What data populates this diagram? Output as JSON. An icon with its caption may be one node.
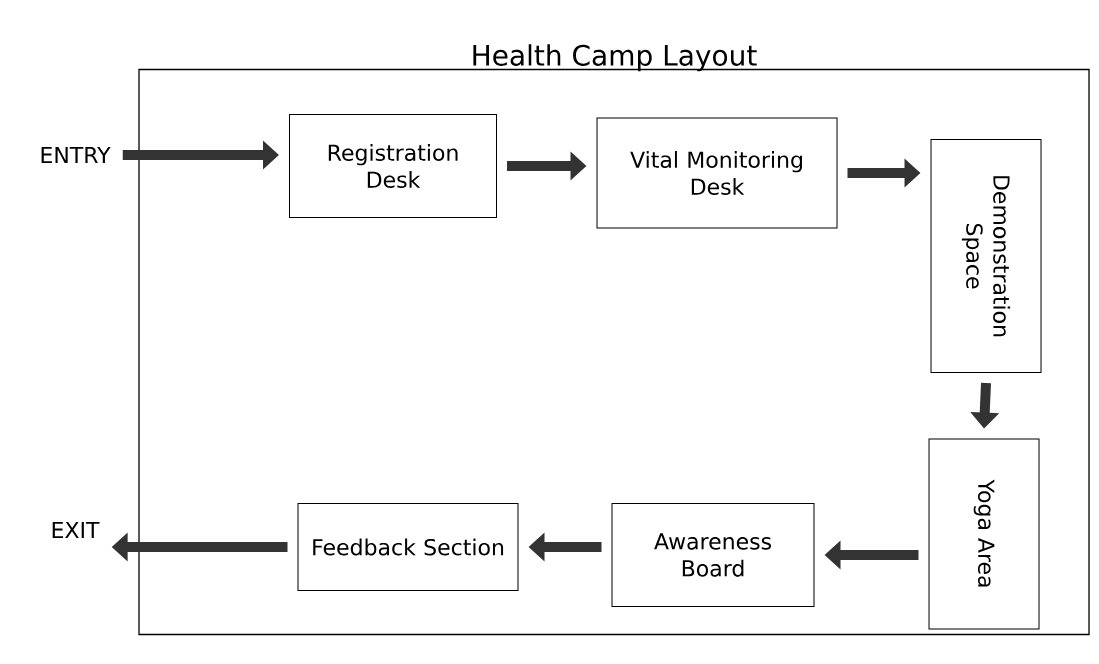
{
  "diagram": {
    "nodes": [
      {
        "text": [
          "Health Camp Layout"
        ]
      },
      {
        "text": [
          "ENTRY"
        ]
      },
      {
        "text": [
          "Registration Desk"
        ],
        "in": 0
      },
      {
        "text": [
          "Vital Monitoring Desk"
        ],
        "in": 0
      },
      {
        "text": [
          "Demonstration Space"
        ],
        "in": 0
      },
      {
        "text": [
          "Yoga Area"
        ],
        "in": 0
      },
      {
        "text": [
          "Awareness Board"
        ],
        "in": 0
      },
      {
        "text": [
          "Feedback Section"
        ],
        "in": 0
      },
      {
        "text": [
          "EXIT"
        ]
      }
    ],
    "edges": [
      {
        "from": 1,
        "to": 2,
        "arrow": "to"
      },
      {
        "from": 2,
        "to": 3,
        "arrow": "to"
      },
      {
        "from": 3,
        "to": 4,
        "arrow": "to"
      },
      {
        "from": 4,
        "to": 5,
        "arrow": "to"
      },
      {
        "from": 5,
        "to": 6,
        "arrow": "to"
      },
      {
        "from": 6,
        "to": 7,
        "arrow": "to"
      },
      {
        "from": 7,
        "to": 8,
        "arrow": "to"
      }
    ]
  }
}
